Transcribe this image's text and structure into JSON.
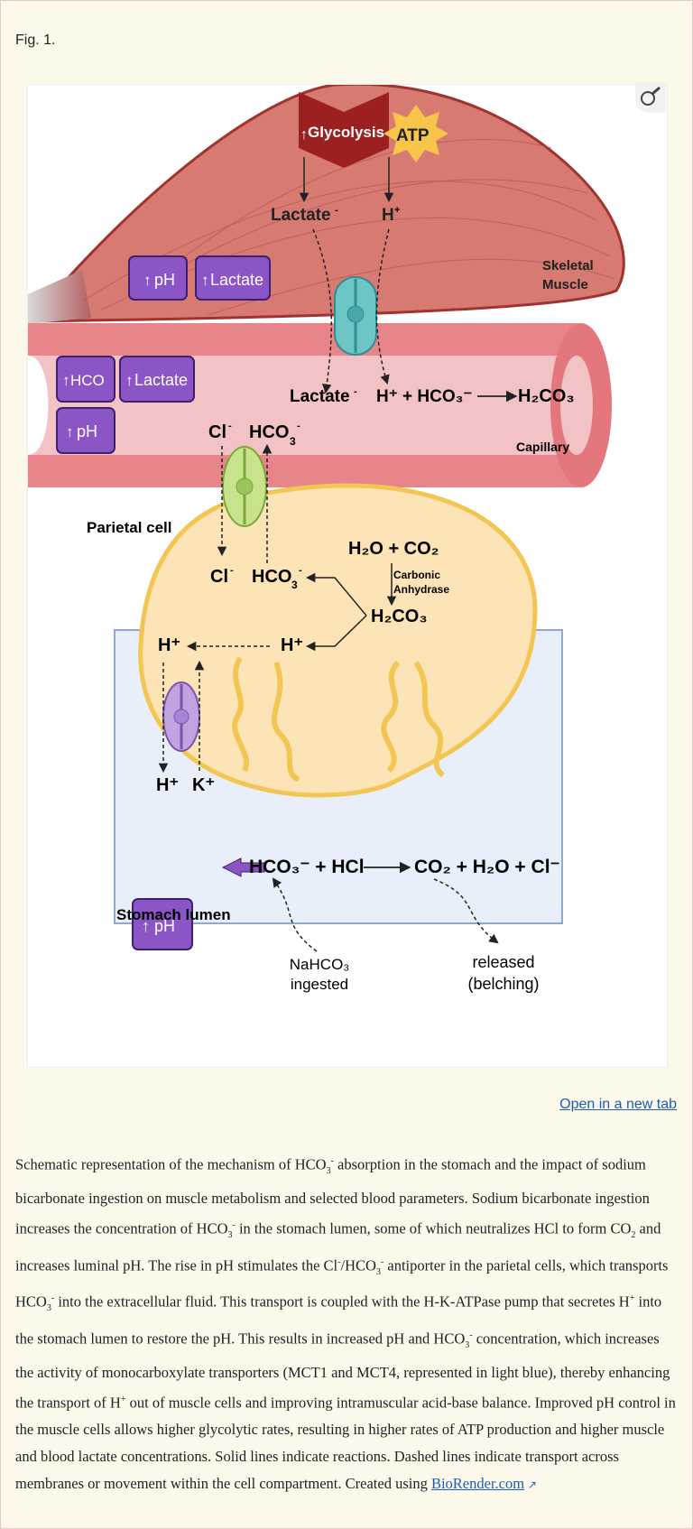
{
  "figure": {
    "label": "Fig. 1.",
    "open_tab": "Open in a new tab",
    "diagram": {
      "glycolysis": "Glycolysis",
      "atp": "ATP",
      "lactate_top": "Lactate",
      "h_top": "H",
      "skeletal_muscle": [
        "Skeletal",
        "Muscle"
      ],
      "ph": "pH",
      "lactate_badge": "Lactate",
      "hco3_badge": "HCO",
      "capillary": "Capillary",
      "lactate_cap": "Lactate",
      "h_plus_hco3": "H⁺ + HCO₃⁻",
      "h2co3": "H₂CO₃",
      "cl": "Cl",
      "hco3": "HCO",
      "parietal_cell": "Parietal cell",
      "h2o_co2": "H₂O + CO₂",
      "carbonic": [
        "Carbonic",
        "Anhydrase"
      ],
      "h_plus": "H⁺",
      "k_plus": "K⁺",
      "stomach_lumen": "Stomach lumen",
      "reaction_lhs": "HCO₃⁻ + HCl",
      "reaction_rhs": "CO₂ + H₂O + Cl⁻",
      "nahco3": [
        "NaHCO₃",
        "ingested"
      ],
      "released": [
        "released",
        "(belching)"
      ]
    }
  },
  "caption": {
    "p1": "Schematic representation of the mechanism of HCO",
    "p2": " absorption in the stomach and the impact of sodium bicarbonate ingestion on muscle metabolism and selected blood parameters. Sodium bicarbonate ingestion increases the concentration of HCO",
    "p3": " in the stomach lumen, some of which neutralizes HCl to form CO",
    "p4": " and increases luminal pH. The rise in pH stimulates the Cl",
    "p5": "/HCO",
    "p6": " antiporter in the parietal cells, which transports HCO",
    "p7": " into the extracellular fluid. This transport is coupled with the H-K-ATPase pump that secretes H",
    "p8": " into the stomach lumen to restore the pH. This results in increased pH and HCO",
    "p9": " concentration, which increases the activity of monocarboxylate transporters (MCT1 and MCT4, represented in light blue), thereby enhancing the transport of H",
    "p10": " out of muscle cells and improving intramuscular acid-base balance. Improved pH control in the muscle cells allows higher glycolytic rates, resulting in higher rates of ATP production and higher muscle and blood lactate concentrations. Solid lines indicate reactions. Dashed lines indicate transport across membranes or movement within the cell compartment. Created using ",
    "link": "BioRender.com",
    "sub3": "3",
    "sub2": "2",
    "supminus": "-",
    "supplus": "+"
  }
}
